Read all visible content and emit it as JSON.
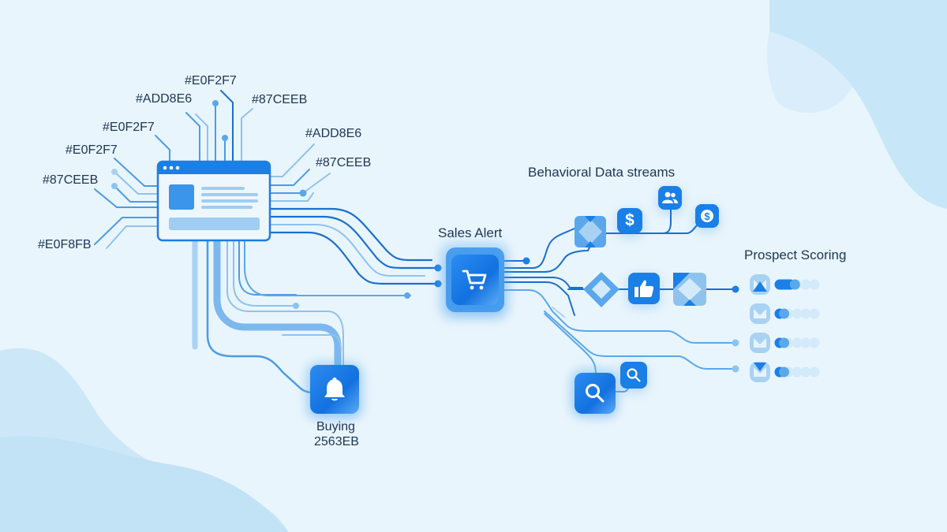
{
  "colors": {
    "background": "#E9F5FC",
    "blob": "#C5E6F8",
    "line_dark": "#1A6FD0",
    "line_mid": "#4C9BE6",
    "line_light": "#8EC3EE",
    "tile": "#1A7FE6",
    "text": "#1D3557"
  },
  "hex_labels": [
    {
      "text": "#E0F2F7"
    },
    {
      "text": "#ADD8E6"
    },
    {
      "text": "#87CEEB"
    },
    {
      "text": "#E0F2F7"
    },
    {
      "text": "#ADD8E6"
    },
    {
      "text": "#E0F2F7"
    },
    {
      "text": "#87CEEB"
    },
    {
      "text": "#87CEEB"
    },
    {
      "text": "#E0F8FB"
    }
  ],
  "nodes": {
    "browser": {
      "icon": "browser-window-icon"
    },
    "sales_alert": {
      "label": "Sales Alert",
      "icon": "shopping-cart-icon"
    },
    "buying": {
      "label_line1": "Buying",
      "label_line2": "2563EB",
      "icon": "bell-icon"
    },
    "behavioral": {
      "title": "Behavioral Data streams",
      "icons": [
        "diamond-tile-icon",
        "dollar-icon",
        "users-icon",
        "dollar-coin-icon"
      ]
    },
    "middle_row": {
      "icons": [
        "diamond-icon",
        "thumbs-up-icon",
        "diamond-tile-icon"
      ]
    },
    "search": {
      "icons": [
        "search-icon",
        "search-icon"
      ]
    },
    "prospect_scoring": {
      "title": "Prospect Scoring",
      "rows": [
        {
          "icon": "mail-up-icon",
          "score": 0.45
        },
        {
          "icon": "mail-icon",
          "score": 0.2
        },
        {
          "icon": "mail-icon",
          "score": 0.2
        },
        {
          "icon": "mail-down-icon",
          "score": 0.2
        }
      ]
    }
  }
}
